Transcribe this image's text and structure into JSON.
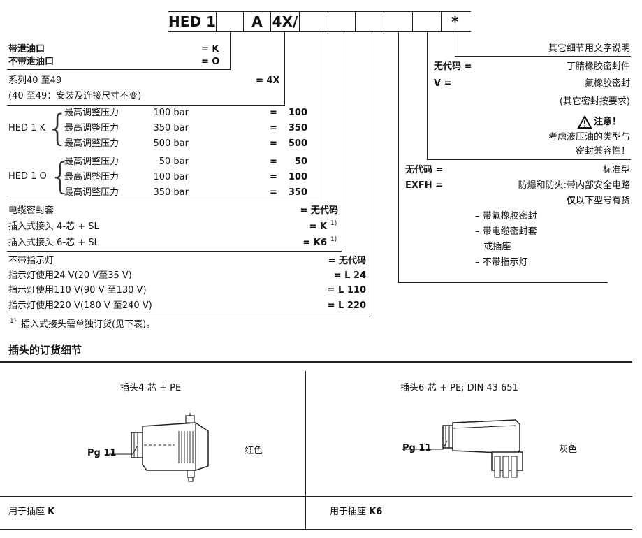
{
  "code_header": [
    "HED 1",
    "",
    "A",
    "4X/",
    "",
    "",
    "",
    "",
    "",
    "*"
  ],
  "left": {
    "drain_k": {
      "label": "带泄油口",
      "code": "= K"
    },
    "drain_o": {
      "label": "不带泄油口",
      "code": "= O"
    },
    "series": {
      "label": "系列40 至49",
      "code": "= 4X"
    },
    "series_note": "(40 至49：安装及连接尺寸不变)",
    "hed1k_label": "HED 1 K",
    "hed1o_label": "HED 1 O",
    "pressure_k": [
      {
        "label": "最高调整压力",
        "value": "100 bar",
        "eq": "=",
        "code": "100"
      },
      {
        "label": "最高调整压力",
        "value": "350 bar",
        "eq": "=",
        "code": "350"
      },
      {
        "label": "最高调整压力",
        "value": "500 bar",
        "eq": "=",
        "code": "500"
      }
    ],
    "pressure_o": [
      {
        "label": "最高调整压力",
        "value": "50 bar",
        "eq": "=",
        "code": "50"
      },
      {
        "label": "最高调整压力",
        "value": "100 bar",
        "eq": "=",
        "code": "100"
      },
      {
        "label": "最高调整压力",
        "value": "350 bar",
        "eq": "=",
        "code": "350"
      }
    ],
    "connection": [
      {
        "label": "电缆密封套",
        "code": "= 无代码",
        "sup": ""
      },
      {
        "label": "插入式接头  4-芯 + SL",
        "code": "= K",
        "sup": "1)"
      },
      {
        "label": "插入式接头  6-芯 + SL",
        "code": "= K6",
        "sup": "1)"
      }
    ],
    "indicator": [
      {
        "label": "不带指示灯",
        "code": "= 无代码"
      },
      {
        "label": "指示灯使用24 V(20 V至35 V)",
        "code": "= L 24"
      },
      {
        "label": "指示灯使用110 V(90 V 至130 V)",
        "code": "= L 110"
      },
      {
        "label": "指示灯使用220 V(180 V 至240 V)",
        "code": "= L 220"
      }
    ],
    "footnote_mark": "1)",
    "footnote": "插入式接头需单独订货(见下表)。"
  },
  "right": {
    "other_details": "其它细节用文字说明",
    "seal_none_code": "无代码 =",
    "seal_none_desc": "丁腈橡胶密封件",
    "seal_v_code": "V =",
    "seal_v_desc": "氟橡胶密封",
    "seal_other": "(其它密封按要求)",
    "attention": "注意！",
    "attention_l1": "考虑液压油的类型与",
    "attention_l2": "密封兼容性！",
    "std_code": "无代码 =",
    "std_desc": "标准型",
    "exfh_code": "EXFH =",
    "exfh_desc": "防爆和防火:带内部安全电路",
    "exfh_only_bold": "仅",
    "exfh_only_rest": "以下型号有货",
    "exfh_items": [
      "– 带氟橡胶密封",
      "– 带电缆密封套",
      "   或插座",
      "– 不带指示灯"
    ]
  },
  "plug_section": {
    "title": "插头的订货细节",
    "left_title": "插头4-芯 + PE",
    "left_pg": "Pg 11",
    "left_color": "红色",
    "left_footer_prefix": "用于插座 ",
    "left_footer_code": "K",
    "right_title": "插头6-芯 + PE; DIN 43 651",
    "right_pg": "Pg 11",
    "right_color": "灰色",
    "right_footer_prefix": "用于插座 ",
    "right_footer_code": "K6"
  }
}
